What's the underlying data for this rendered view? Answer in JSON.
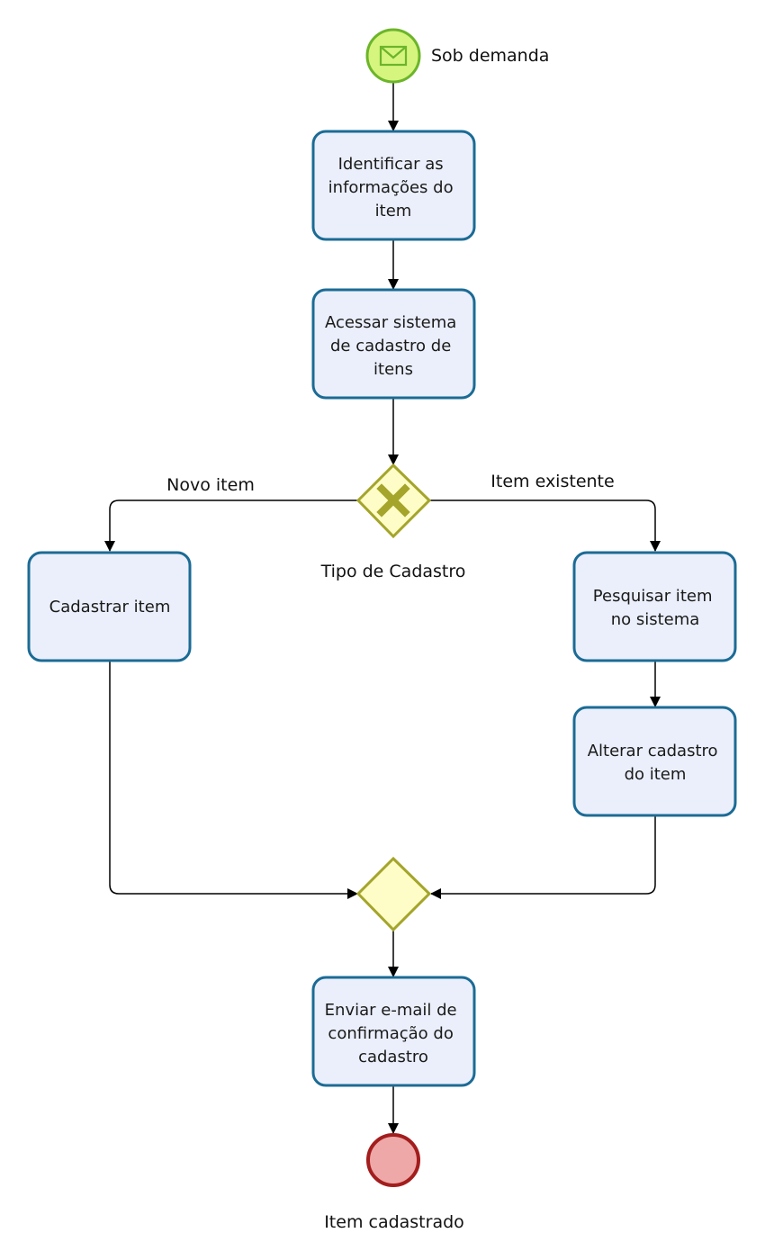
{
  "start_event": {
    "label": "Sob demanda",
    "icon": "envelope-icon"
  },
  "tasks": {
    "identify": [
      "Identificar as",
      "informações do",
      "item"
    ],
    "access": [
      "Acessar sistema",
      "de cadastro de",
      "itens"
    ],
    "register_new": [
      "Cadastrar item"
    ],
    "search": [
      "Pesquisar item",
      "no sistema"
    ],
    "alter": [
      "Alterar cadastro",
      "do item"
    ],
    "email": [
      "Enviar e-mail de",
      "confirmação do",
      "cadastro"
    ]
  },
  "gateway": {
    "label": "Tipo de Cadastro",
    "icon": "exclusive-x-icon"
  },
  "flows": {
    "left": "Novo item",
    "right": "Item existente"
  },
  "end_event": {
    "label": "Item cadastrado"
  },
  "colors": {
    "start_fill": "#d6f57e",
    "start_stroke": "#6cb52a",
    "task_fill": "#ebeffb",
    "task_stroke": "#1b6b95",
    "gateway_fill": "#fefdc8",
    "gateway_stroke": "#a4a52a",
    "gateway_mark": "#a4a52a",
    "end_fill": "#eea8a8",
    "end_stroke": "#a31d1d"
  }
}
